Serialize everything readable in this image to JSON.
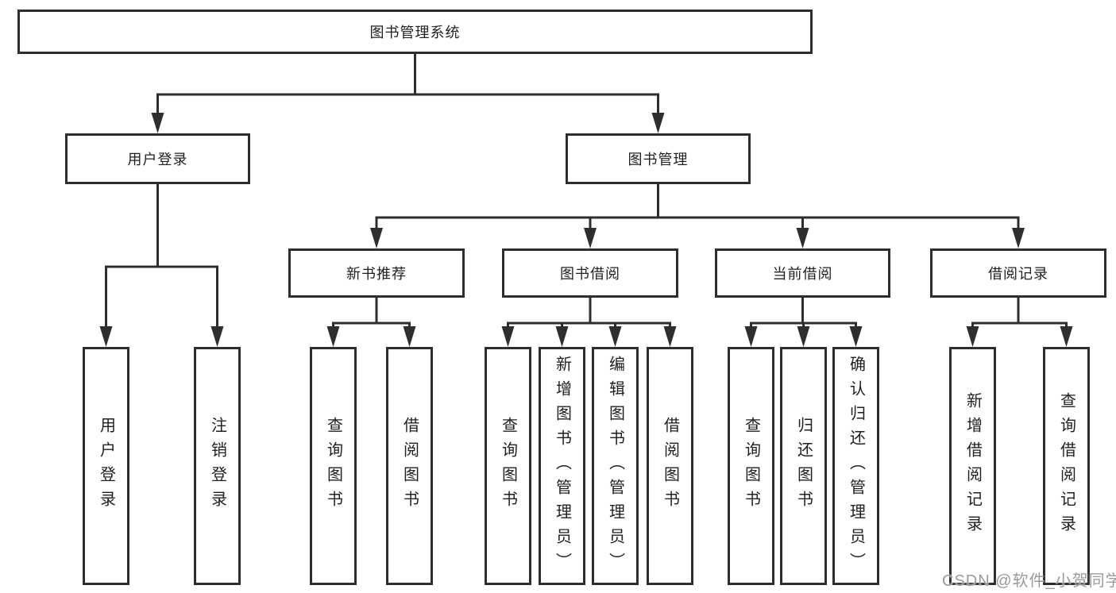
{
  "diagram": {
    "type": "hierarchy",
    "root": "图书管理系统",
    "branches": [
      {
        "label": "用户登录",
        "children": [
          "用户登录",
          "注销登录"
        ]
      },
      {
        "label": "图书管理",
        "groups": [
          {
            "label": "新书推荐",
            "children": [
              "查询图书",
              "借阅图书"
            ]
          },
          {
            "label": "图书借阅",
            "children": [
              "查询图书",
              "新增图书（管理员）",
              "编辑图书（管理员）",
              "借阅图书"
            ]
          },
          {
            "label": "当前借阅",
            "children": [
              "查询图书",
              "归还图书",
              "确认归还（管理员）"
            ]
          },
          {
            "label": "借阅记录",
            "children": [
              "新增借阅记录",
              "查询借阅记录"
            ]
          }
        ]
      }
    ]
  },
  "watermark": {
    "text": "CSDN @软件_小贺同学",
    "color": "#9a9a9a"
  },
  "colors": {
    "background": "#ffffff",
    "line": "#2e2e2e",
    "box_border": "#2e2e2e",
    "text": "#1f1f1f"
  }
}
